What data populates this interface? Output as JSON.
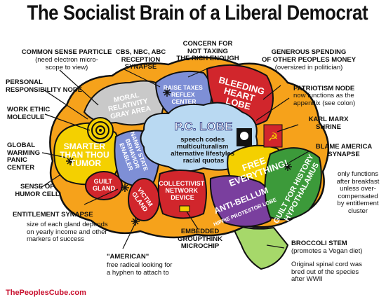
{
  "title": "The Socialist Brain of a Liberal Democrat",
  "regions": {
    "pc_lobe": "P.C. LOBE",
    "pc_lobe_contents": "speech codes\nmulticulturalism\nalternative lifestyles\nracial quotas",
    "moral_relativity": "MORAL\nRELATIVITY\nGRAY AREA",
    "raise_taxes": "RAISE TAXES\nREFLEX\nCENTER",
    "bleeding_heart": "BLEEDING\nHEART\nLOBE",
    "smarter_than_thou": "SMARTER\nTHAN THOU\nTUMOR",
    "nanny_state": "NANNY STATE\nBEHAVIOR\nENABLER",
    "guilt_gland": "GUILT\nGLAND",
    "victim_gland": "VICTIM\nGLAND",
    "collectivist": "COLLECTIVIST\nNETWORK\nDEVICE",
    "free_everything": "FREE\nEVERYTHING!",
    "anti_bellum": "ANTI-BELLUM",
    "hippie_protestor": "HIPPIE PROTESTOR LOBE",
    "guilt_for_history": "GUILT FOR HISTORY\nHYPOTHALAMUS"
  },
  "callouts": {
    "common_sense_title": "COMMON SENSE PARTICLE",
    "common_sense_sub": "(need electron micro-\nscope to view)",
    "cbs": "CBS, NBC, ABC\nRECEPTION\nSYNAPSE",
    "concern": "CONCERN FOR\nNOT TAXING\nTHE RICH ENOUGH",
    "generous_title": "GENEROUS SPENDING\nOF OTHER PEOPLES MONEY",
    "generous_sub": "(oversized in politician)",
    "personal": "PERSONAL\nRESPONSIBILITY NODE",
    "patriotism_title": "PATRIOTISM NODE",
    "patriotism_sub": "now functions as the\nappendix (see colon)",
    "work_ethic": "WORK ETHIC\nMOLECULE",
    "karl_marx": "KARL MARX\nSHRINE",
    "global_warming": "GLOBAL\nWARMING\nPANIC\nCENTER",
    "blame_america": "BLAME AMERICA\nSYNAPSE",
    "only_functions": "only functions\nafter breakfast\nunless over-\ncompensated\nby entitlement\ncluster",
    "sense_of_humor": "SENSE OF\nHUMOR CELL",
    "entitlement_title": "ENTITLEMENT SYNAPSE",
    "entitlement_sub": "size of each gland depends\non yearly income and other\nmarkers of success",
    "embedded": "EMBEDDED\nGROUPTHINK\nMICROCHIP",
    "broccoli_title": "BROCCOLI STEM",
    "broccoli_sub": "(promotes a Vegan diet)",
    "spinal_cord": "Original spinal cord was\nbred out of the species\nafter WWII",
    "american_title": "\"AMERICAN\"",
    "american_sub": "free radical looking for\na hyphen to attach to"
  },
  "footer": "ThePeoplesCube.com",
  "colors": {
    "orange": "#f6a21b",
    "gray": "#c9c9c9",
    "blue": "#7e8fd6",
    "red": "#d1262c",
    "light_blue": "#b9d9f2",
    "green": "#3c9a3a",
    "purple": "#7a3f9e",
    "yellow": "#f4d000",
    "lime": "#a6d86a",
    "outline": "#111111"
  }
}
